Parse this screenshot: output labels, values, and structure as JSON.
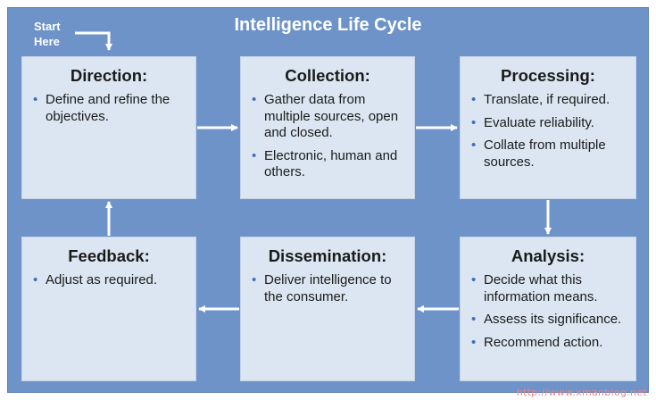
{
  "title": "Intelligence Life Cycle",
  "start_label": [
    "Start",
    "Here"
  ],
  "stages": {
    "direction": {
      "heading": "Direction:",
      "bullets": [
        "Define and refine the objectives."
      ]
    },
    "collection": {
      "heading": "Collection:",
      "bullets": [
        "Gather data from multiple sources, open and closed.",
        "Electronic, human and others."
      ]
    },
    "processing": {
      "heading": "Processing:",
      "bullets": [
        "Translate, if required.",
        "Evaluate reliability.",
        "Collate from multiple sources."
      ]
    },
    "analysis": {
      "heading": "Analysis:",
      "bullets": [
        "Decide what this information means.",
        "Assess its significance.",
        "Recommend action."
      ]
    },
    "dissemination": {
      "heading": "Dissemination:",
      "bullets": [
        "Deliver intelligence to the consumer."
      ]
    },
    "feedback": {
      "heading": "Feedback:",
      "bullets": [
        "Adjust as required."
      ]
    }
  },
  "watermark": "http://www.xmanblog.net",
  "colors": {
    "background": "#6d93c8",
    "box": "#dce6f2",
    "arrow": "#ffffff",
    "bullet": "#3d6fb8"
  }
}
